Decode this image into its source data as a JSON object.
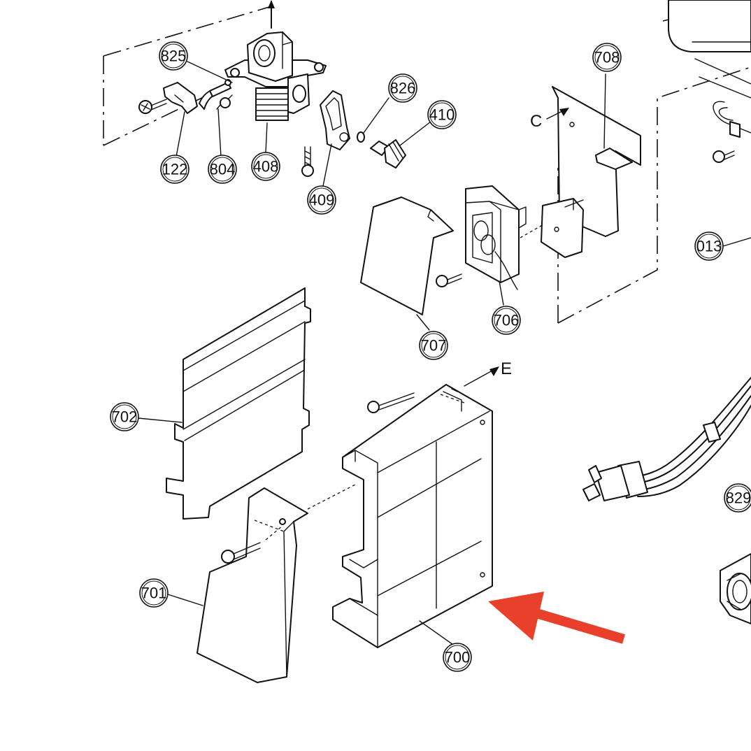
{
  "parts": [
    {
      "id": "p825",
      "label": "825"
    },
    {
      "id": "p826",
      "label": "826"
    },
    {
      "id": "p410",
      "label": "410"
    },
    {
      "id": "p708",
      "label": "708"
    },
    {
      "id": "p122",
      "label": "122"
    },
    {
      "id": "p804",
      "label": "804"
    },
    {
      "id": "p408",
      "label": "408"
    },
    {
      "id": "p409",
      "label": "409"
    },
    {
      "id": "p013",
      "label": "013"
    },
    {
      "id": "p706",
      "label": "706"
    },
    {
      "id": "p707",
      "label": "707"
    },
    {
      "id": "p702",
      "label": "702"
    },
    {
      "id": "p829",
      "label": "829"
    },
    {
      "id": "p701",
      "label": "701"
    },
    {
      "id": "p700",
      "label": "700"
    }
  ],
  "view_markers": {
    "c": "C",
    "e": "E"
  },
  "highlight": {
    "color": "#e8402a",
    "target_part": "700"
  }
}
